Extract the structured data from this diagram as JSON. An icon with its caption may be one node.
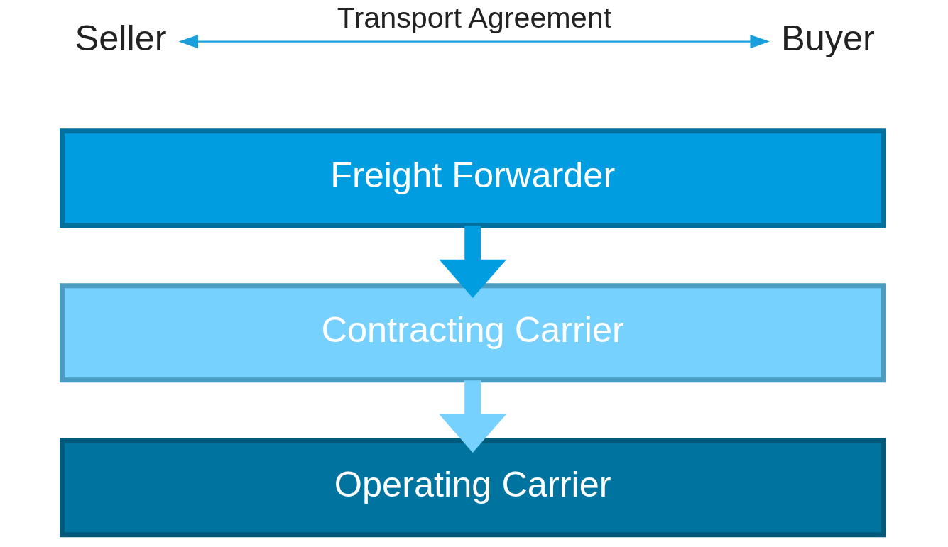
{
  "diagram": {
    "nodes": [
      {
        "text": [
          "Seller"
        ]
      },
      {
        "text": [
          "Buyer"
        ]
      },
      {
        "text": [
          "Freight Forwarder"
        ]
      },
      {
        "text": [
          "Contracting Carrier"
        ]
      },
      {
        "text": [
          "Operating Carrier"
        ]
      }
    ],
    "edges": [
      {
        "from": 0,
        "to": 1,
        "arrow": "both",
        "label": "Transport Agreement",
        "color": "#1a9fdc"
      },
      {
        "from": 2,
        "to": 3,
        "arrow": "to",
        "color": "#009ee0"
      },
      {
        "from": 3,
        "to": 4,
        "arrow": "to",
        "color": "#76d1ff"
      }
    ]
  }
}
